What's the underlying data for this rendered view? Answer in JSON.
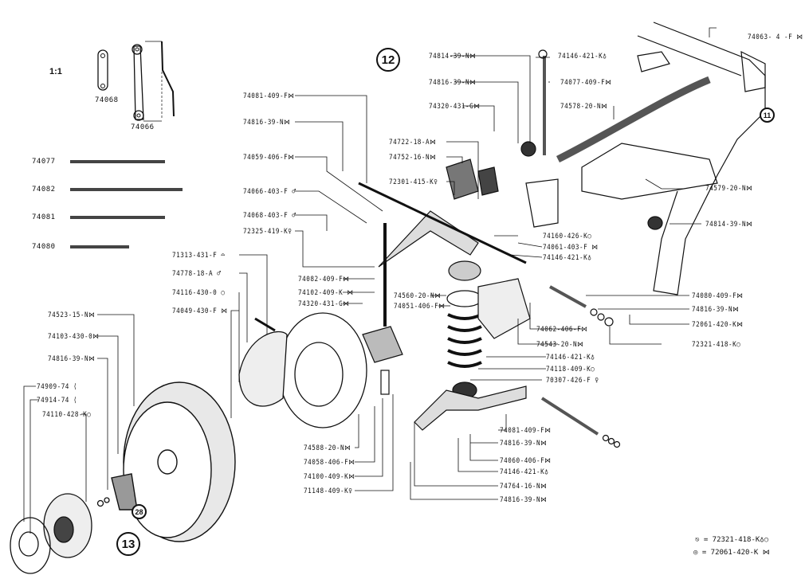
{
  "scale": "1:1",
  "assembly_numbers": {
    "main": "12",
    "hub": "13",
    "frame": "11",
    "drum": "28"
  },
  "detail_refs": {
    "link_short": "74068",
    "link_long": "74066"
  },
  "rods": [
    {
      "ref": "74077"
    },
    {
      "ref": "74082"
    },
    {
      "ref": "74081"
    },
    {
      "ref": "74080"
    }
  ],
  "labels": {
    "l01": "74063- 4 -F ⋈",
    "l02": "74814-39-N⋈",
    "l03": "74146-421-K♁",
    "l04": "74816-39-N⋈",
    "l05": "74077-409-F⋈",
    "l06": "74320-431-G⋈",
    "l07": "74578-20-N⋈",
    "l08": "74722-18-A⋈",
    "l09": "74752-16-N⋈",
    "l10": "72301-415-K♀",
    "l11": "74579-20-N⋈",
    "l12": "74814-39-N⋈",
    "l13": "74081-409-F⋈",
    "l14": "74816-39-N⋈",
    "l15": "74059-406-F⋈",
    "l16": "74066-403-F ♂",
    "l17": "74068-403-F ♂",
    "l18": "72325-419-K♀",
    "l19": "74160-426-K○",
    "l20": "74061-403-F ⋈",
    "l21": "74146-421-K♁",
    "l22": "71313-431-F ⌓",
    "l23": "74778-18-A ♂",
    "l24": "74116-430-0 ○",
    "l25": "74049-430-F ⋈",
    "l26": "74082-409-F⋈",
    "l27": "74102-409-K ⋈",
    "l28": "74320-431-G⋈",
    "l29": "74560-20-N⋈",
    "l30": "74051-406-F⋈",
    "l31": "74080-409-F⋈",
    "l32": "74816-39-N⋈",
    "l33": "72061-420-K⋈",
    "l34": "72321-418-K○",
    "l35": "74062-406-F⋈",
    "l36": "74543-20-N⋈",
    "l37": "74146-421-K♁",
    "l38": "74118-409-K○",
    "l39": "70307-426-F ♀",
    "l40": "74523-15-N⋈",
    "l41": "74103-430-0⋈",
    "l42": "74816-39-N⋈",
    "l43": "74909-74 ⟨",
    "l44": "74914-74 ⟨",
    "l45": "74110-428-K○",
    "l46": "74081-409-F⋈",
    "l47": "74816-39-N⋈",
    "l48": "74060-406-F⋈",
    "l49": "74146-421-K♁",
    "l50": "74764-16-N⋈",
    "l51": "74816-39-N⋈",
    "l52": "74588-20-N⋈",
    "l53": "74058-406-F⋈",
    "l54": "74100-409-K⋈",
    "l55": "71148-409-K♀"
  },
  "legend": [
    {
      "icon": "nut-icon",
      "text": "= 72321-418-K♁○"
    },
    {
      "icon": "washer-icon",
      "text": "= 72061-420-K  ⋈"
    }
  ]
}
